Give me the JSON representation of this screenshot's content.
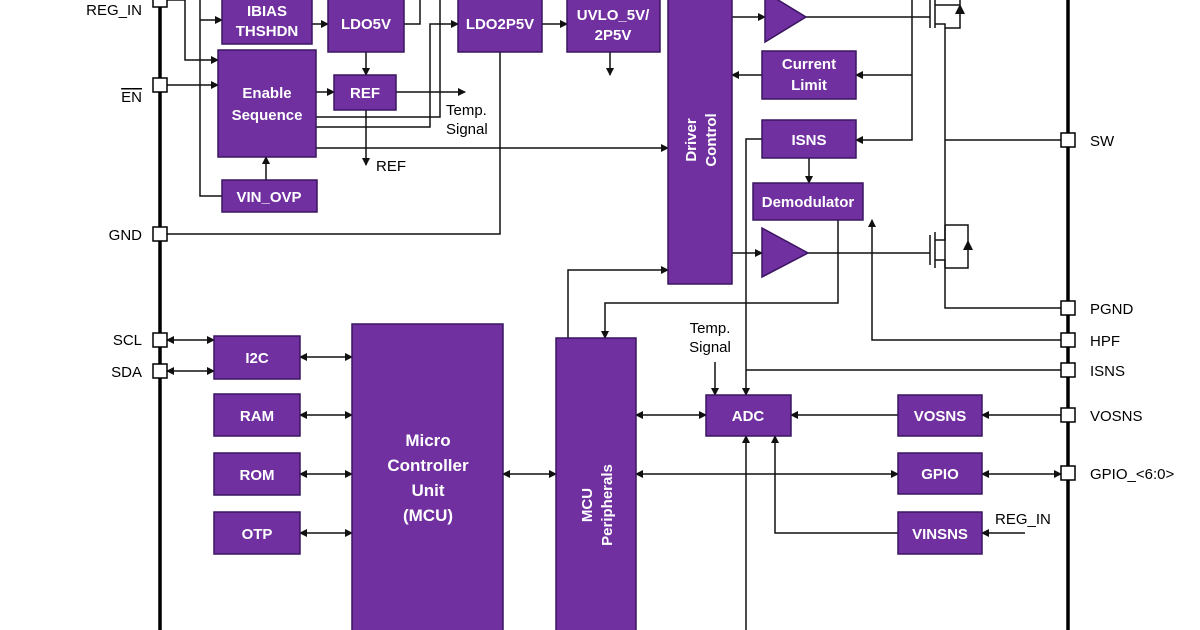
{
  "colors": {
    "block": "#7030a0",
    "wire": "#111111",
    "background": "#ffffff"
  },
  "pins_left": {
    "reg_in": "REG_IN",
    "en": "EN",
    "gnd": "GND",
    "scl": "SCL",
    "sda": "SDA"
  },
  "pins_right": {
    "sw": "SW",
    "pgnd": "PGND",
    "hpf": "HPF",
    "isns": "ISNS",
    "vosns": "VOSNS",
    "gpio": "GPIO_<6:0>"
  },
  "blocks": {
    "ibias": [
      "IBIAS",
      "THSHDN"
    ],
    "ldo5v": "LDO5V",
    "ldo2p5v": "LDO2P5V",
    "uvlo": [
      "UVLO_5V/",
      "2P5V"
    ],
    "enable": [
      "Enable",
      "Sequence"
    ],
    "ref": "REF",
    "vin_ovp": "VIN_OVP",
    "driver": [
      "Driver",
      "Control"
    ],
    "current_limit": [
      "Current",
      "Limit"
    ],
    "isns": "ISNS",
    "demod": "Demodulator",
    "i2c": "I2C",
    "ram": "RAM",
    "rom": "ROM",
    "otp": "OTP",
    "mcu": [
      "Micro",
      "Controller",
      "Unit",
      "(MCU)"
    ],
    "mcu_periph": [
      "MCU",
      "Peripherals"
    ],
    "adc": "ADC",
    "vosns": "VOSNS",
    "gpio": "GPIO",
    "vinsns": "VINSNS"
  },
  "labels": {
    "temp1": [
      "Temp.",
      "Signal"
    ],
    "ref_out": "REF",
    "temp2": [
      "Temp.",
      "Signal"
    ],
    "reg_in": "REG_IN"
  }
}
